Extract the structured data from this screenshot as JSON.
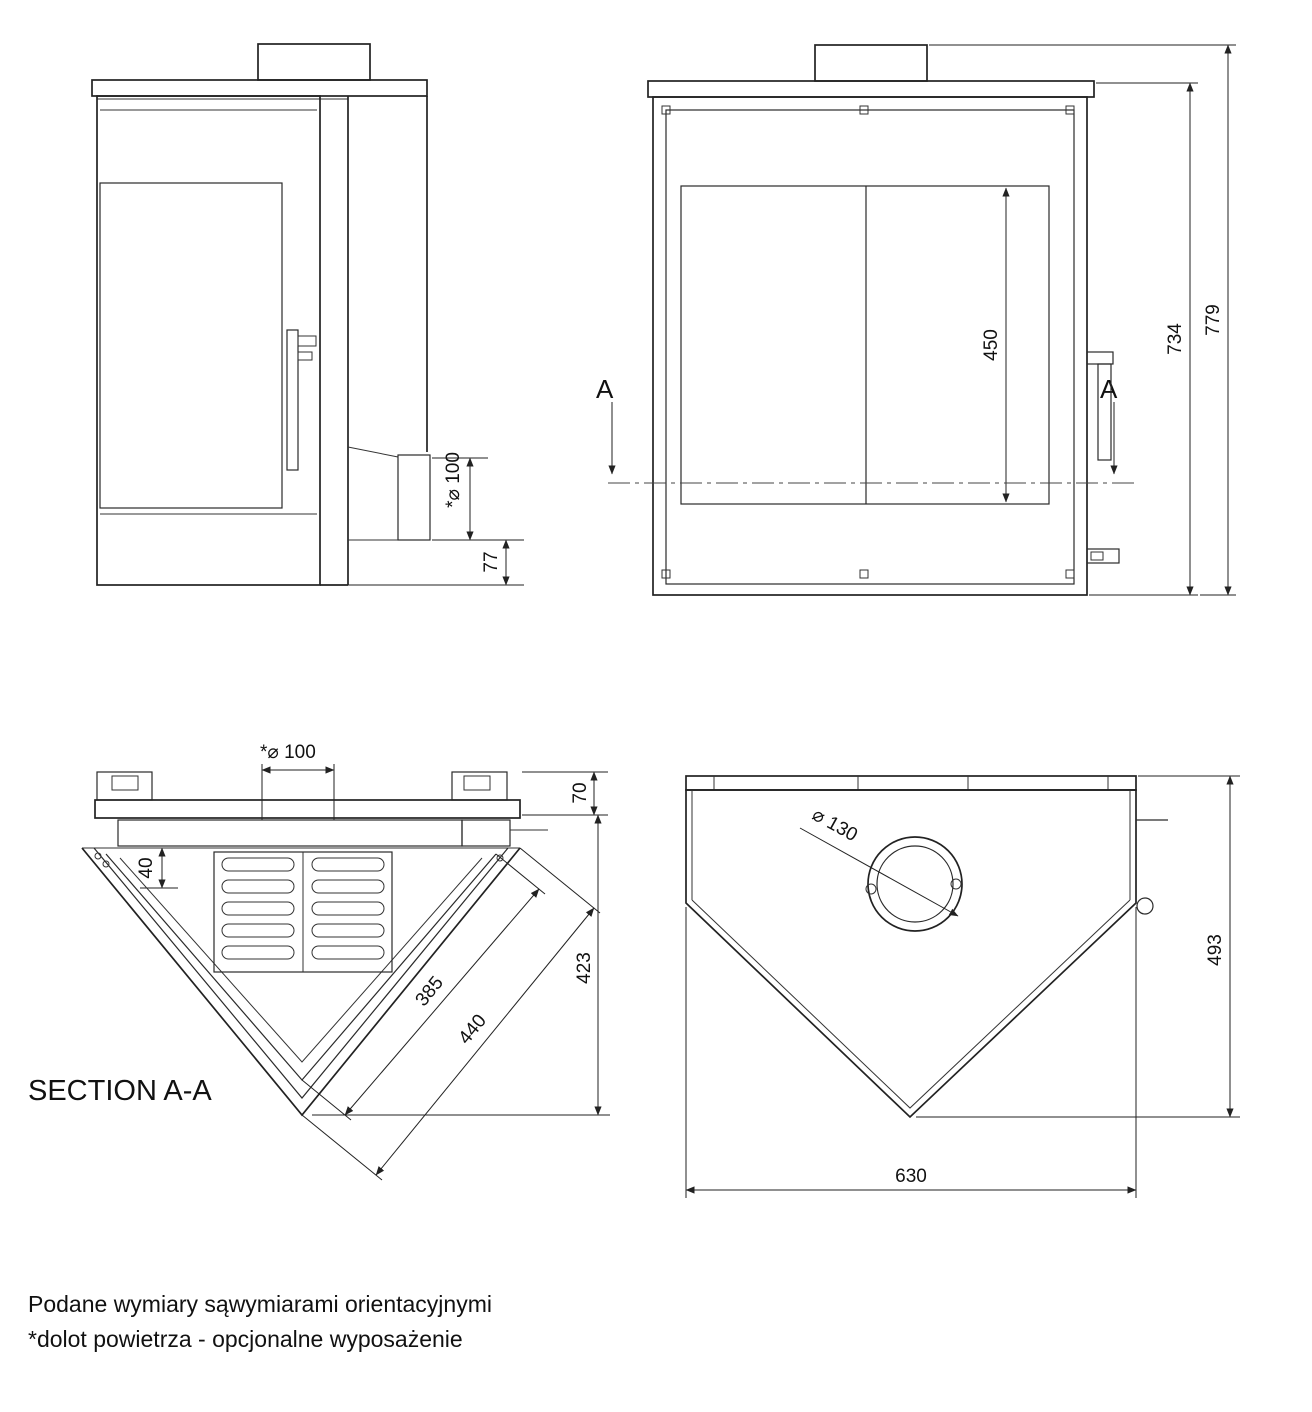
{
  "side_view": {
    "dim_flue": "*⌀ 100",
    "dim_bottom": "77"
  },
  "front_view": {
    "marker_left": "A",
    "marker_right": "A",
    "dim_glass_height": "450",
    "dim_body_height": "734",
    "dim_total_height": "779"
  },
  "section_view": {
    "title": "SECTION A-A",
    "dim_flue": "*⌀ 100",
    "dim_top_plate": "70",
    "dim_wall": "40",
    "dim_depth": "423",
    "dim_glass_width": "385",
    "dim_front_width": "440"
  },
  "top_view": {
    "dim_flue_diameter": "⌀ 130",
    "dim_depth": "493",
    "dim_width": "630"
  },
  "notes": {
    "line1": "Podane wymiary sąwymiarami orientacyjnymi",
    "line2": "*dolot powietrza - opcjonalne wyposażenie"
  }
}
